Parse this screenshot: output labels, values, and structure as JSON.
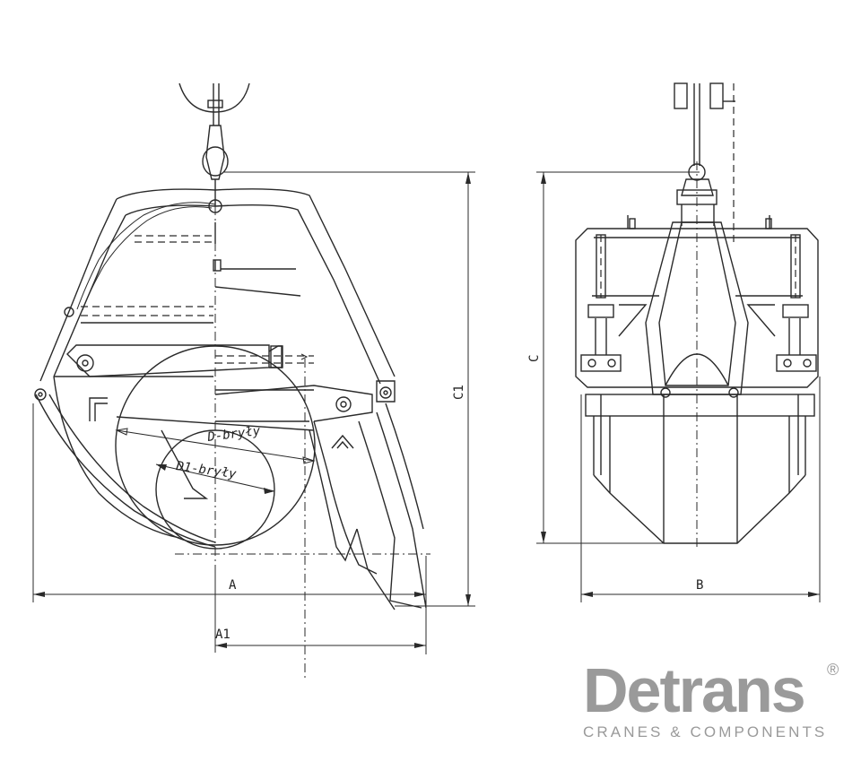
{
  "dimensions": {
    "a": "A",
    "a1": "A1",
    "b": "B",
    "c": "C",
    "c1": "C1",
    "d": "D-bryły",
    "d1": "D1-bryły"
  },
  "logo": {
    "name": "Detrans",
    "registered": "®",
    "tagline": "CRANES & COMPONENTS",
    "color": "#9a9a9a"
  }
}
